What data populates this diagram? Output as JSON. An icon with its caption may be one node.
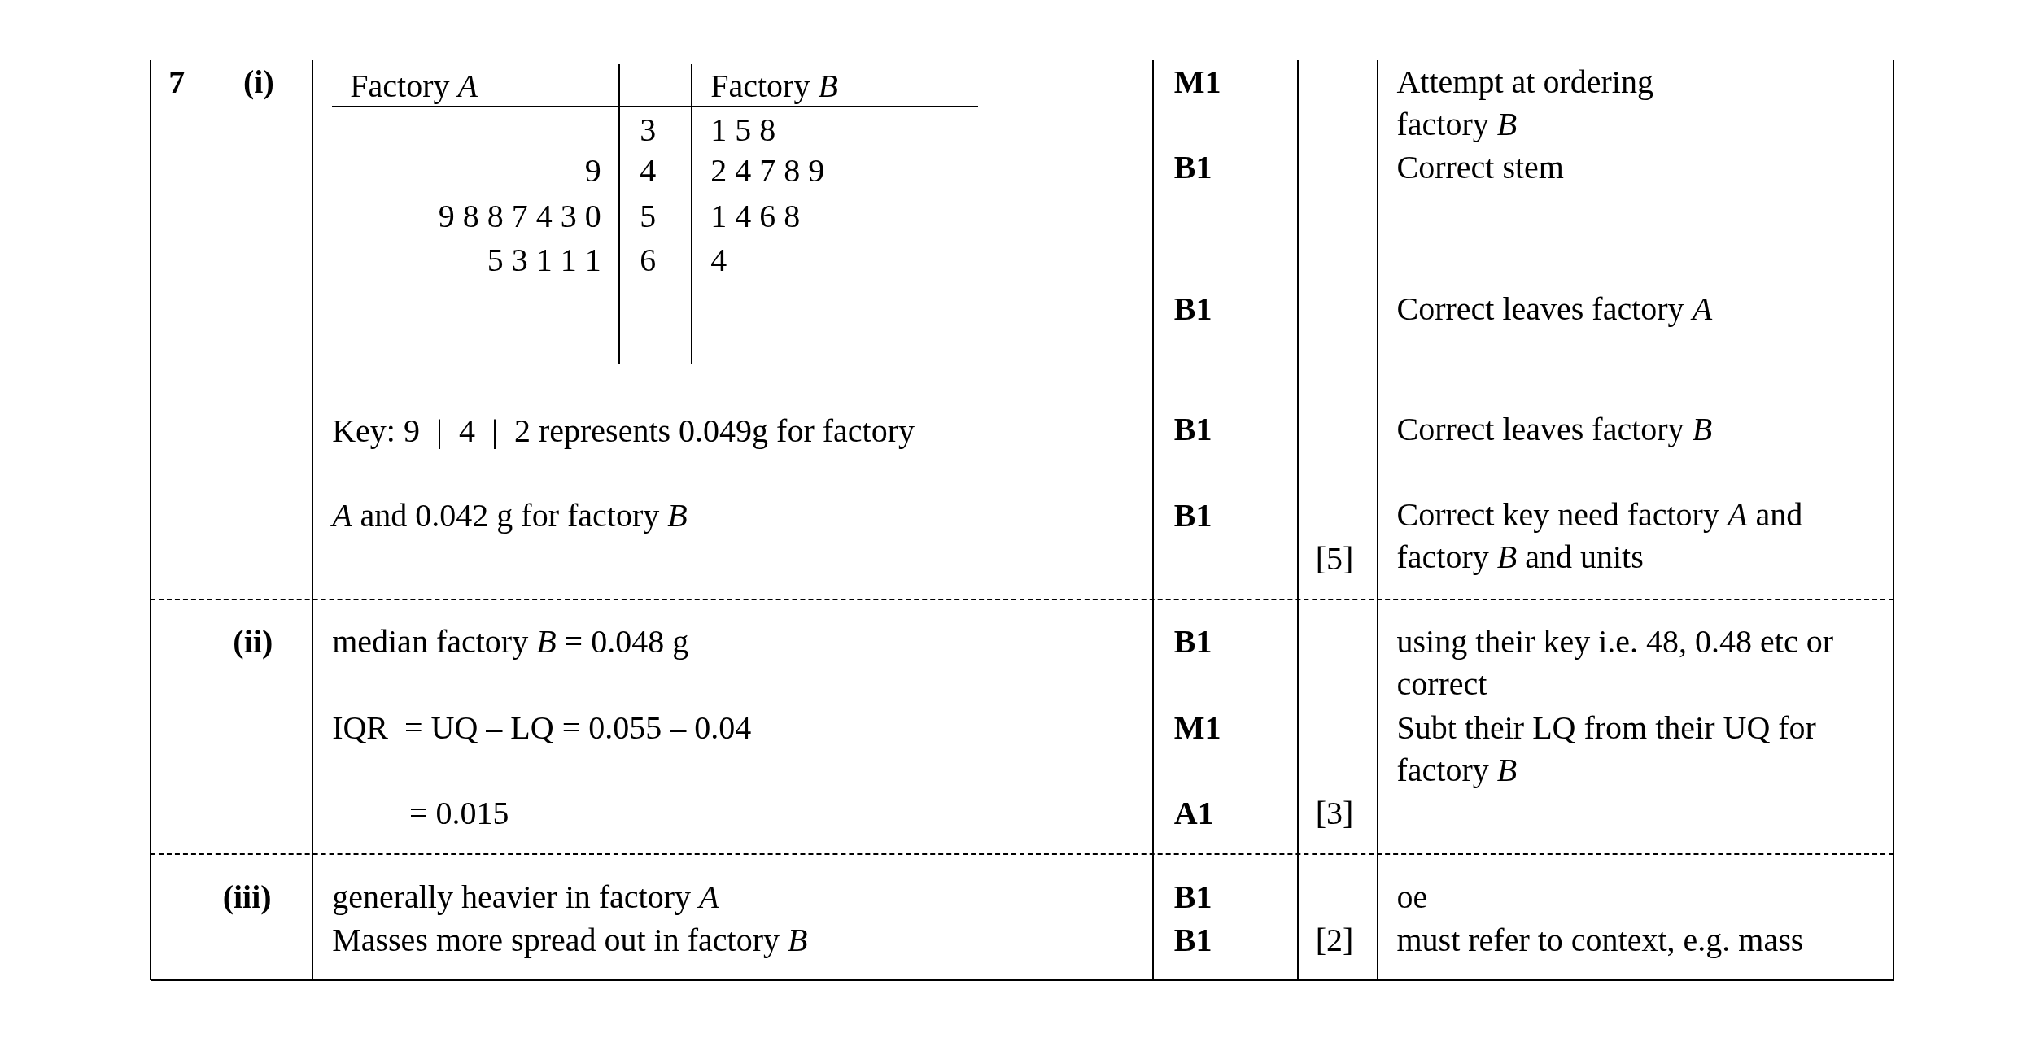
{
  "diagram": {
    "labels": [
      "7",
      "(i)",
      "Factory *A*",
      "Factory *B*",
      "3",
      "1 5 8",
      "9",
      "4",
      "2 4 7 8 9",
      "9 8 8 7 4 3 0",
      "5",
      "1 4 6 8",
      "5 3 1 1 1",
      "6",
      "4",
      "Key: 9  |  4  |  2 represents 0.049g for factory",
      "*A* and 0.042 g for factory *B*",
      "M1",
      "Attempt at ordering factory *B*",
      "B1",
      "Correct stem",
      "B1",
      "Correct leaves factory *A*",
      "B1",
      "Correct leaves factory *B*",
      "B1",
      "Correct key need factory *A* and factory *B* and units",
      "[5]",
      "(ii)",
      "median factory *B* = 0.048 g",
      "B1",
      "using their key i.e. 48, 0.48 etc or correct",
      "IQR  = UQ – LQ = 0.055 – 0.04",
      "M1",
      "Subt their LQ from their UQ for factory *B*",
      "= 0.015",
      "A1",
      "[3]",
      "(iii)",
      "generally heavier in factory *A*",
      "B1",
      "oe",
      "Masses more spread out in factory *B*",
      "B1",
      "[2]",
      "must refer to context, e.g. mass"
    ]
  }
}
